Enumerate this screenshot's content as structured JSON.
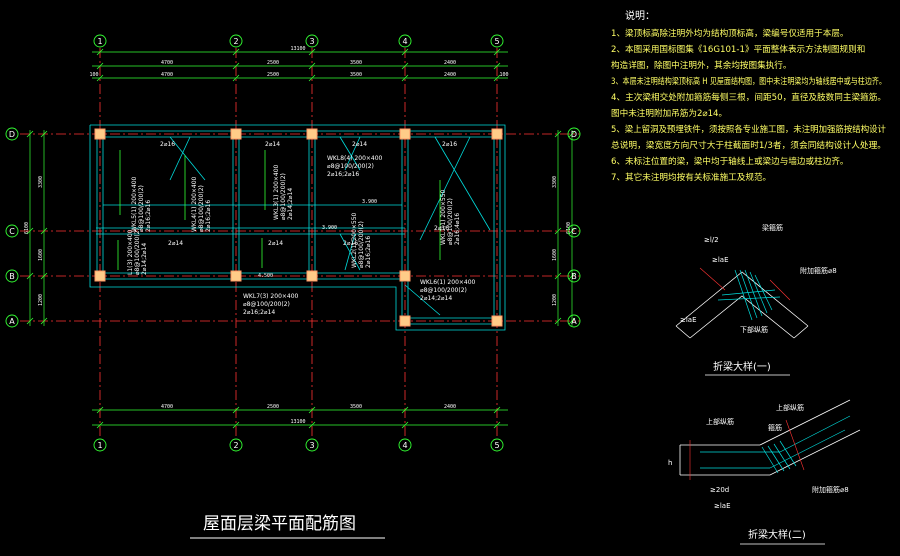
{
  "title": "屋面层梁平面配筋图",
  "notes": {
    "heading": "说明：",
    "lines": [
      "1、梁顶标高除注明外均为结构顶标高，梁编号仅适用于本层。",
      "2、本图采用国标图集《16G101-1》平面整体表示方法制图规则和",
      "   构造详图，除图中注明外，其余均按图集执行。",
      "3、本层未注明结构梁顶标高 H  见屋面结构图，图中未注明梁均为轴线居中或与柱边齐。",
      "4、主次梁相交处附加箍筋每侧三根，间距50，直径及肢数同主梁箍筋。",
      "   图中未注明附加吊筋为2⌀14。",
      "5、梁上留洞及预埋铁件，须按照各专业施工图，未注明加强筋按结构设计",
      "   总说明，梁宽度方向尺寸大于柱截面时1/3者，须会同结构设计人处理。",
      "6、未标注位置的梁，梁中均于轴线上或梁边与墙边或柱边齐。",
      "7、其它未注明均按有关标准施工及规范。"
    ]
  },
  "axes": {
    "columns": [
      "1",
      "2",
      "3",
      "4",
      "5"
    ],
    "rows": [
      "D",
      "C",
      "B",
      "A"
    ]
  },
  "dimensions": {
    "top_total": "13100",
    "top_spans": [
      "4700",
      "2500",
      "3500",
      "2400"
    ],
    "top_offsets": [
      "100",
      "4700",
      "2500",
      "3500",
      "2400",
      "100"
    ],
    "bottom_spans": [
      "4700",
      "2500",
      "3500",
      "2400"
    ],
    "bottom_total": "13100",
    "left_spans": [
      "3300",
      "1600",
      "1200"
    ],
    "left_total": "6100",
    "right_spans": [
      "3300",
      "1600",
      "1200"
    ],
    "right_total": "6100"
  },
  "beams": [
    "WKL5(1) 200×400",
    "⌀8@100/200(2)",
    "2⌀16;2⌀16",
    "WKL4(1) 200×400",
    "⌀8@100/200(2)",
    "2⌀16;2⌀16",
    "WKL3(1) 200×400",
    "⌀8@100/200(2)",
    "2⌀14;2⌀14",
    "WKL8(4) 200×400",
    "⌀8@100/200(2)",
    "2⌀16;2⌀16",
    "WKL2(1) 200×550",
    "⌀8@100/200(2)",
    "2⌀16;2⌀16",
    "WKL1(1) 200×550",
    "⌀8@100/200(2)",
    "2⌀16;4⌀16",
    "L1(3) 200×400",
    "⌀8@100/200(2)",
    "2⌀14;2⌀14",
    "WKL7(3) 200×400",
    "⌀8@100/200(2)",
    "2⌀16;2⌀14",
    "WKL6(1) 200×400",
    "⌀8@100/200(2)",
    "2⌀14;2⌀14",
    "2⌀16",
    "2⌀14",
    "2⌀14",
    "2⌀16",
    "2⌀14",
    "2⌀14",
    "2⌀16",
    "2⌀16",
    "3.900",
    "3.900",
    "4.500"
  ],
  "detail1": {
    "title": "折梁大样(一)",
    "labels": [
      "≥l/2",
      "≥laE",
      "梁箍筋",
      "附加箍筋⌀8",
      "下部纵筋",
      "≥laE"
    ]
  },
  "detail2": {
    "title": "折梁大样(二)",
    "labels": [
      "上部纵筋",
      "上部纵筋",
      "箍筋",
      "≥20d",
      "≥laE",
      "附加箍筋⌀8",
      "h"
    ]
  },
  "colors": {
    "background": "#000000",
    "grid_axis": "#ff3333",
    "dimension": "#33ff33",
    "beam": "#00dddd",
    "column": "#ff9966",
    "bubble": "#33ff33",
    "note": "#ffff66"
  }
}
